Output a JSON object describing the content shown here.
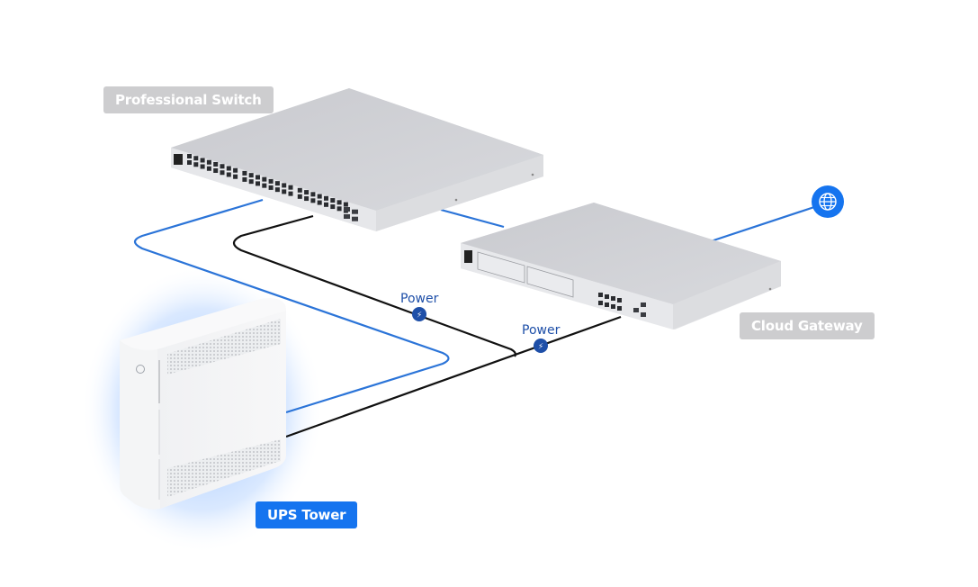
{
  "diagram": {
    "title": "UPS Tower network power diagram",
    "colors": {
      "data_cable": "#2b74d8",
      "power_cable": "#111111",
      "accent": "#1574ef",
      "label_gray": "#cdcdcf",
      "power_badge": "#1e4fa8",
      "device_body": "#d9dadd"
    },
    "nodes": [
      {
        "id": "switch",
        "label": "Professional Switch",
        "style": "gray",
        "ports": 48,
        "sfp_ports": 4
      },
      {
        "id": "gateway",
        "label": "Cloud Gateway",
        "style": "gray",
        "ports": 8,
        "drive_bays": 2
      },
      {
        "id": "ups",
        "label": "UPS Tower",
        "style": "blue",
        "highlighted": true
      },
      {
        "id": "internet",
        "icon": "globe-icon"
      }
    ],
    "edges": [
      {
        "from": "switch",
        "to": "gateway",
        "type": "data"
      },
      {
        "from": "gateway",
        "to": "internet",
        "type": "data"
      },
      {
        "from": "switch",
        "to": "ups",
        "type": "data"
      },
      {
        "from": "ups",
        "to": "switch",
        "type": "power",
        "label": "Power"
      },
      {
        "from": "ups",
        "to": "gateway",
        "type": "power",
        "label": "Power"
      }
    ]
  },
  "labels": {
    "switch": "Professional Switch",
    "gateway": "Cloud Gateway",
    "ups": "UPS Tower",
    "power1": "Power",
    "power2": "Power"
  }
}
